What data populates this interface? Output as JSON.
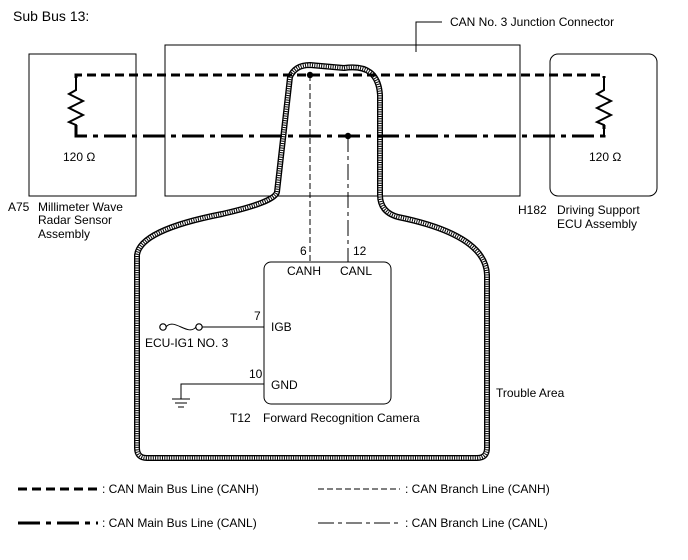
{
  "title": "Sub Bus 13:",
  "junction_connector": "CAN No. 3 Junction Connector",
  "left_ecu": {
    "code": "A75",
    "name_lines": [
      "Millimeter Wave",
      "Radar Sensor",
      "Assembly"
    ],
    "resistance": "120 Ω"
  },
  "right_ecu": {
    "code": "H182",
    "name_lines": [
      "Driving Support",
      "ECU Assembly"
    ],
    "resistance": "120 Ω"
  },
  "camera": {
    "code": "T12",
    "name": "Forward Recognition Camera",
    "pins": [
      {
        "number": "6",
        "label": "CANH"
      },
      {
        "number": "12",
        "label": "CANL"
      },
      {
        "number": "7",
        "label": "IGB"
      },
      {
        "number": "10",
        "label": "GND"
      }
    ]
  },
  "fuse_label": "ECU-IG1 NO. 3",
  "trouble_area": "Trouble Area",
  "legend": [
    {
      "style": "main-canh",
      "label": ": CAN Main Bus Line (CANH)"
    },
    {
      "style": "branch-canh",
      "label": ": CAN Branch Line (CANH)"
    },
    {
      "style": "main-canl",
      "label": ": CAN Main Bus Line (CANL)"
    },
    {
      "style": "branch-canl",
      "label": ": CAN Branch Line (CANL)"
    }
  ]
}
